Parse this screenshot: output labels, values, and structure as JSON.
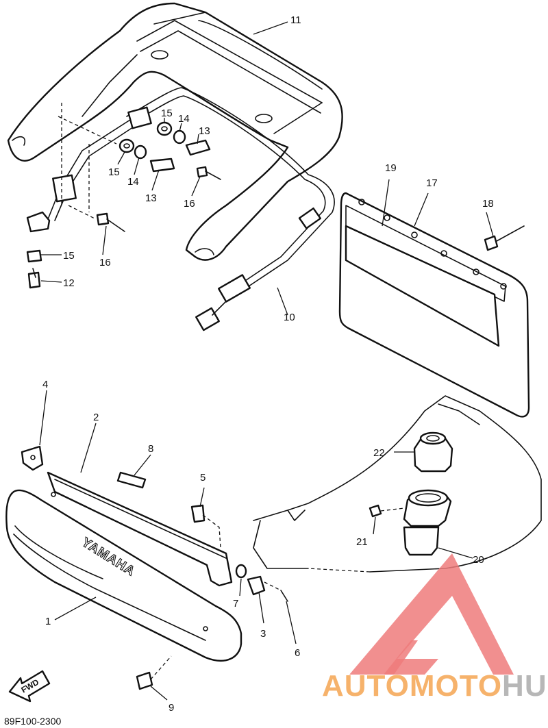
{
  "callouts": [
    "1",
    "2",
    "3",
    "4",
    "5",
    "6",
    "7",
    "8",
    "9",
    "10",
    "11",
    "12",
    "13",
    "14",
    "15",
    "16",
    "17",
    "18",
    "19",
    "20",
    "21",
    "22"
  ],
  "diagram_code": "89F100-2300",
  "brand_text": "YAMAHA",
  "fwd_text": "FWD",
  "watermark": {
    "part1": "AUTOMOTO",
    "part2": "HUB",
    "color1": "#f6b26b",
    "color2": "#b7b7b7",
    "mark_color": "#ef7b7b"
  }
}
